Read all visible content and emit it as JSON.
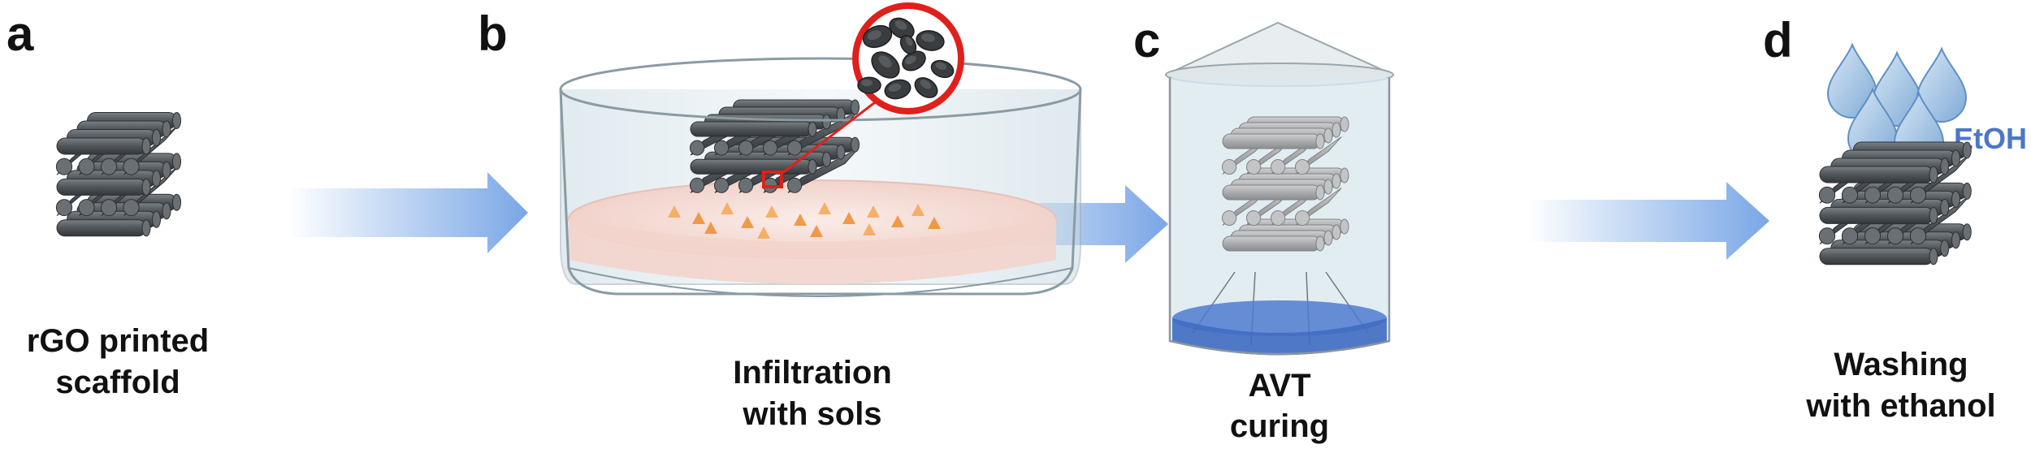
{
  "colors": {
    "arrow": "#7aa6e6",
    "rod_dark": "#4f5459",
    "rod_light": "#8e9398",
    "scaffold_gray": "#a9abad",
    "container_glass": "#dde8ee",
    "sol_pink": "#f6dcd6",
    "ethanol_blue": "#4d7bd1",
    "droplet_blue": "#8fb6dc",
    "highlight_red": "#e0201c",
    "etoh_text": "#4a78c8",
    "text": "#111111"
  },
  "steps": [
    {
      "letter": "a",
      "caption_lines": [
        "rGO printed",
        "scaffold"
      ],
      "icon": "dark-scaffold-icon"
    },
    {
      "letter": "b",
      "caption_lines": [
        "Infiltration",
        "with sols"
      ],
      "icon": "infiltration-beaker-icon"
    },
    {
      "letter": "c",
      "caption_lines": [
        "AVT",
        "curing"
      ],
      "icon": "avt-chamber-icon"
    },
    {
      "letter": "d",
      "caption_lines": [
        "Washing",
        "with ethanol"
      ],
      "icon": "washing-scaffold-icon",
      "label": "EtOH"
    }
  ],
  "arrows": [
    "a-to-b",
    "b-to-c",
    "c-to-d"
  ]
}
